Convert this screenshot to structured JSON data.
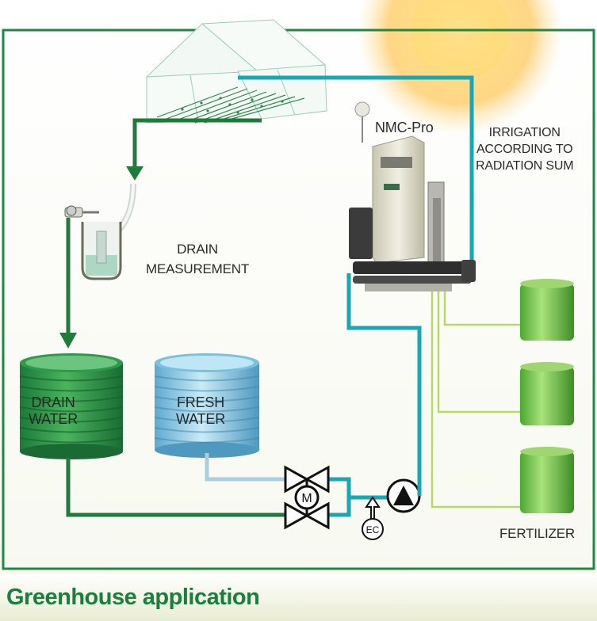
{
  "labels": {
    "device": "NMC-Pro",
    "irrigation": [
      "IRRIGATION",
      "ACCORDING TO",
      "RADIATION SUM"
    ],
    "drain_measurement": [
      "DRAIN",
      "MEASUREMENT"
    ],
    "drain_water": [
      "DRAIN",
      "WATER"
    ],
    "fresh_water": [
      "FRESH",
      "WATER"
    ],
    "fertilizer": "FERTILIZER",
    "motor": "M",
    "ec": "EC"
  },
  "footer": {
    "title": "Greenhouse application"
  },
  "colors": {
    "frame_green": "#1b8a45",
    "drain_pipe": "#1f7a3c",
    "irrigation_pipe": "#1aa7b5",
    "fresh_pipe": "#a8cfe0",
    "fertilizer_line": "#b8d86a",
    "sun": "#ffd36b",
    "title_green": "#17803a"
  },
  "icons": [
    "sun-icon",
    "greenhouse-icon",
    "pump-icon",
    "motor-valve-icon",
    "ec-sensor-icon"
  ]
}
